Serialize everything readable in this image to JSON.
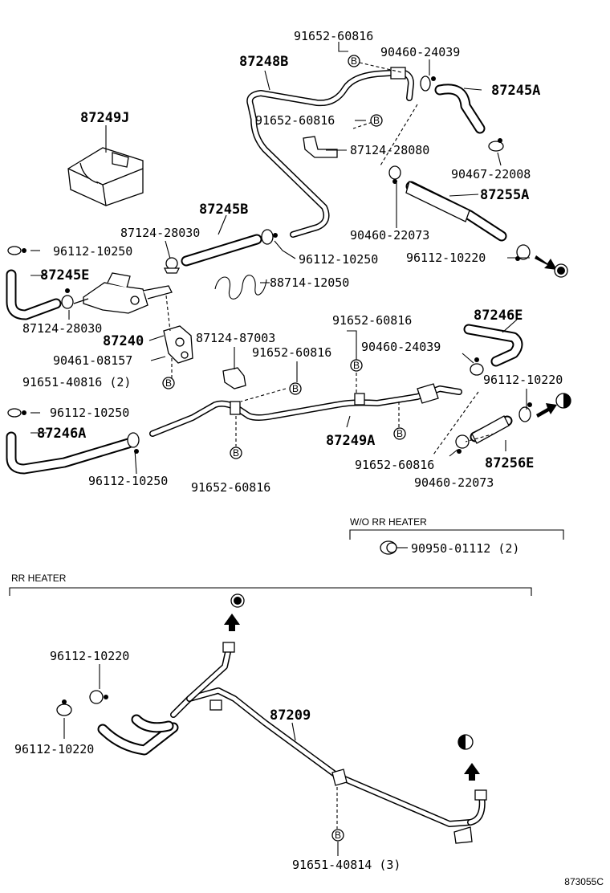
{
  "parts": {
    "p91652_60816_a": "91652-60816",
    "p90460_24039_a": "90460-24039",
    "p87248B": "87248B",
    "p87245A": "87245A",
    "p87249J": "87249J",
    "p91652_60816_b": "91652-60816",
    "p87124_28080": "87124-28080",
    "p90467_22008": "90467-22008",
    "p87255A": "87255A",
    "p87245B": "87245B",
    "p87124_28030_a": "87124-28030",
    "p90460_22073_a": "90460-22073",
    "p96112_10250_a": "96112-10250",
    "p96112_10250_b": "96112-10250",
    "p96112_10220_a": "96112-10220",
    "p87245E": "87245E",
    "p88714_12050": "88714-12050",
    "p87124_28030_b": "87124-28030",
    "p87240": "87240",
    "p91652_60816_c": "91652-60816",
    "p87246E": "87246E",
    "p87124_87003": "87124-87003",
    "p90460_24039_b": "90460-24039",
    "p90461_08157": "90461-08157",
    "p91652_60816_d": "91652-60816",
    "p91651_40816": "91651-40816 (2)",
    "p96112_10220_b": "96112-10220",
    "p96112_10250_c": "96112-10250",
    "p87246A": "87246A",
    "p87249A": "87249A",
    "p91652_60816_e": "91652-60816",
    "p87256E": "87256E",
    "p96112_10250_d": "96112-10250",
    "p91652_60816_f": "91652-60816",
    "p90460_22073_b": "90460-22073",
    "p90950_01112": "90950-01112 (2)",
    "p96112_10220_c": "96112-10220",
    "p87209": "87209",
    "p96112_10220_d": "96112-10220",
    "p91651_40814": "91651-40814 (3)"
  },
  "sections": {
    "wo_rr_heater": "W/O RR HEATER",
    "rr_heater": "RR HEATER"
  },
  "marker_letter": "B",
  "figure_id": "873055C"
}
